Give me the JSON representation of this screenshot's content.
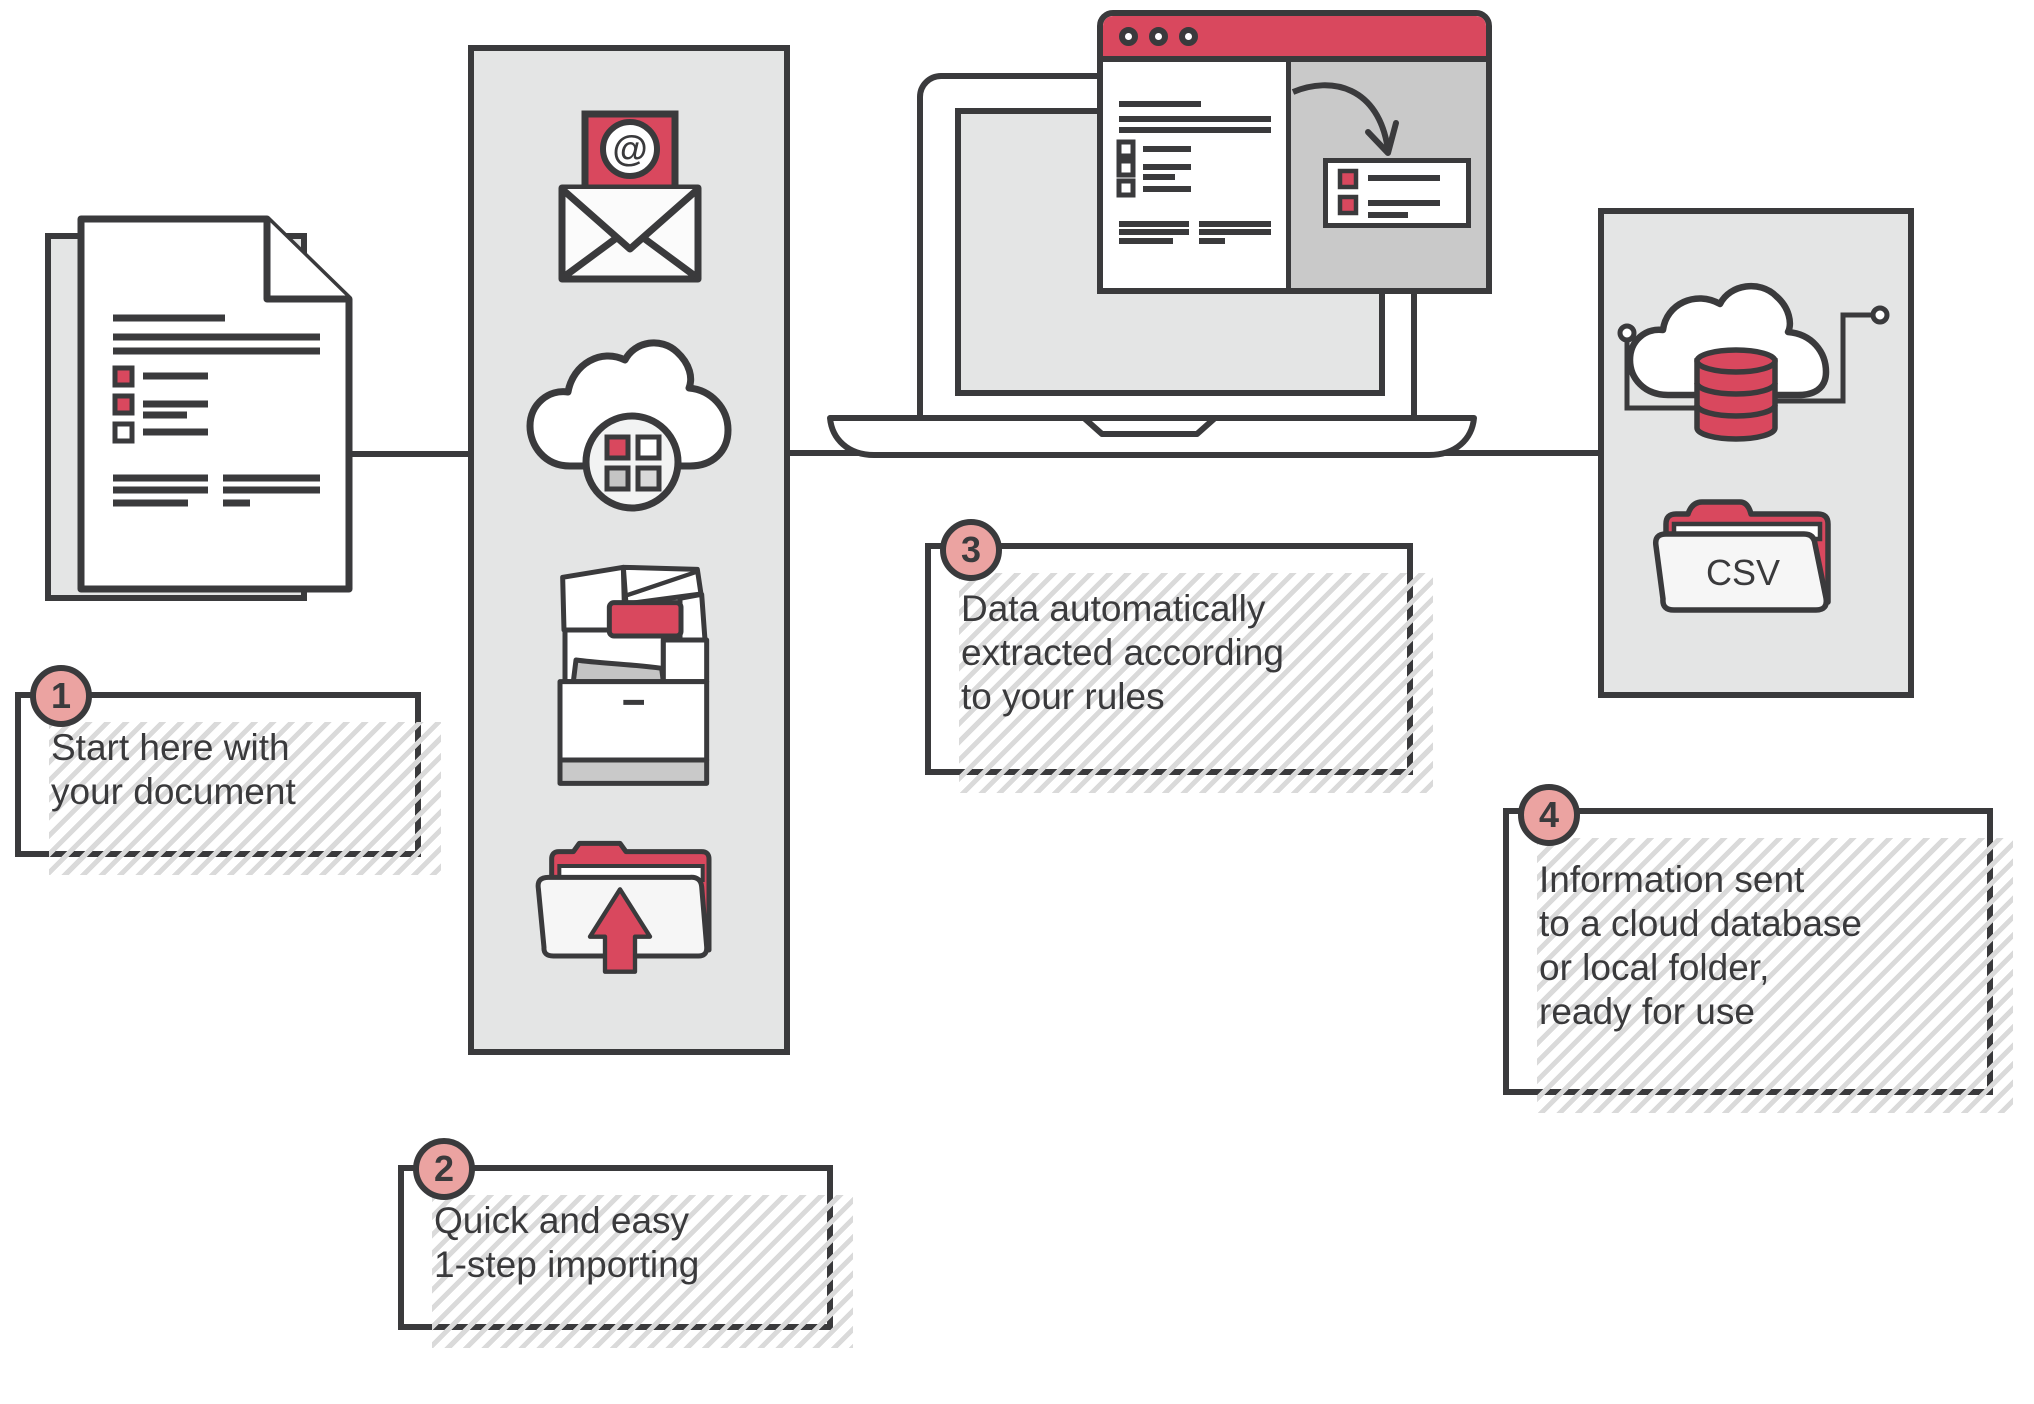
{
  "colors": {
    "outline": "#3a3a3c",
    "red": "#d9485e",
    "badge_pink": "#eba3a1",
    "panel_gray": "#e4e5e5",
    "mid_gray": "#c9c9c9",
    "light_gray": "#f2f3f3",
    "hatch_gray": "#dadada"
  },
  "steps": [
    {
      "number": "1",
      "text": "Start here with\nyour document"
    },
    {
      "number": "2",
      "text": "Quick and easy\n1-step importing"
    },
    {
      "number": "3",
      "text": "Data automatically\nextracted according\nto your rules"
    },
    {
      "number": "4",
      "text": "Information sent\nto a cloud database\nor local folder,\nready for use"
    }
  ],
  "labels": {
    "csv_folder": "CSV",
    "email_at_symbol": "@"
  },
  "icons": {
    "documents": "stacked-documents-icon",
    "email": "envelope-email-icon",
    "cloud_import": "cloud-apps-icon",
    "printer": "printer-scanner-icon",
    "folder_upload": "folder-upload-icon",
    "laptop": "laptop-icon",
    "browser": "browser-window-icon",
    "arrow": "curved-arrow-icon",
    "cloud_database": "cloud-database-icon",
    "csv_folder": "csv-folder-icon"
  }
}
